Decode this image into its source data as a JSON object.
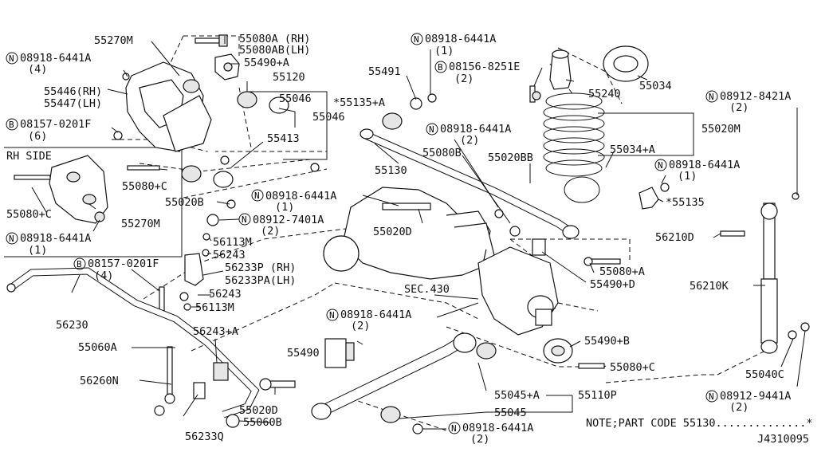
{
  "labels": {
    "l55270M_top": "55270M",
    "l55080A": "55080A (RH)",
    "l55080AB": "55080AB(LH)",
    "l55490A": "55490+A",
    "nut_08918_tl": "08918-6441A",
    "nut_08918_tl_q": "(4)",
    "l55446": "55446(RH)",
    "l55447": "55447(LH)",
    "l55120": "55120",
    "l55046_a": "55046",
    "l55135A": "*55135+A",
    "l55046_b": "55046",
    "bolt_08157_top": "08157-0201F",
    "bolt_08157_top_q": "(6)",
    "l55413": "55413",
    "rh_side": "RH SIDE",
    "l55080C_rh": "55080+C",
    "l55270M_rh": "55270M",
    "nut_08918_rh": "08918-6441A",
    "nut_08918_rh_q": "(1)",
    "l55080C_mid": "55080+C",
    "l55020B": "55020B",
    "nut_08918_441": "08918-6441A",
    "nut_08918_441_q": "(1)",
    "nut_08912_7401": "08912-7401A",
    "nut_08912_7401_q": "(2)",
    "l56113M_a": "56113M",
    "l56243_a": "56243",
    "l56233P": "56233P (RH)",
    "l56233PA": "56233PA(LH)",
    "l56243_b": "56243",
    "l56113M_b": "56113M",
    "bolt_08157_mid": "08157-0201F",
    "bolt_08157_mid_q": "(4)",
    "l56230": "56230",
    "l56243A": "56243+A",
    "l55060A": "55060A",
    "l56260N": "56260N",
    "l56233Q": "56233Q",
    "l55020D_bot": "55020D",
    "l55060B": "55060B",
    "nut_08918_top": "08918-6441A",
    "nut_08918_top_q": "(1)",
    "l55491": "55491",
    "bolt_08156": "08156-8251E",
    "bolt_08156_q": "(2)",
    "l55240": "55240",
    "l55034": "55034",
    "nut_08918_mid": "08918-6441A",
    "nut_08918_mid_q": "(2)",
    "l55080B": "55080B",
    "l55020BB": "55020BB",
    "l55034A": "55034+A",
    "l55020M": "55020M",
    "l55130": "55130",
    "l55020D_mid": "55020D",
    "sec430": "SEC.430",
    "nut_08918_lower": "08918-6441A",
    "nut_08918_lower_q": "(2)",
    "l55490": "55490",
    "nut_08912_8421": "08912-8421A",
    "nut_08912_8421_q": "(2)",
    "nut_08918_right": "08918-6441A",
    "nut_08918_right_q": "(1)",
    "l55135": "*55135",
    "l56210D": "56210D",
    "l56210K": "56210K",
    "l55080A_r": "55080+A",
    "l55490D": "55490+D",
    "l55490B": "55490+B",
    "l55080C_r": "55080+C",
    "l55040C": "55040C",
    "nut_08912_9441": "08912-9441A",
    "nut_08912_9441_q": "(2)",
    "l55045A": "55045+A",
    "l55110P": "55110P",
    "l55045": "55045",
    "nut_08918_bot": "08918-6441A",
    "nut_08918_bot_q": "(2)",
    "note": "NOTE;PART CODE 55130..............*",
    "ref": "J4310095"
  },
  "markers": {
    "N": "N",
    "B": "B"
  }
}
